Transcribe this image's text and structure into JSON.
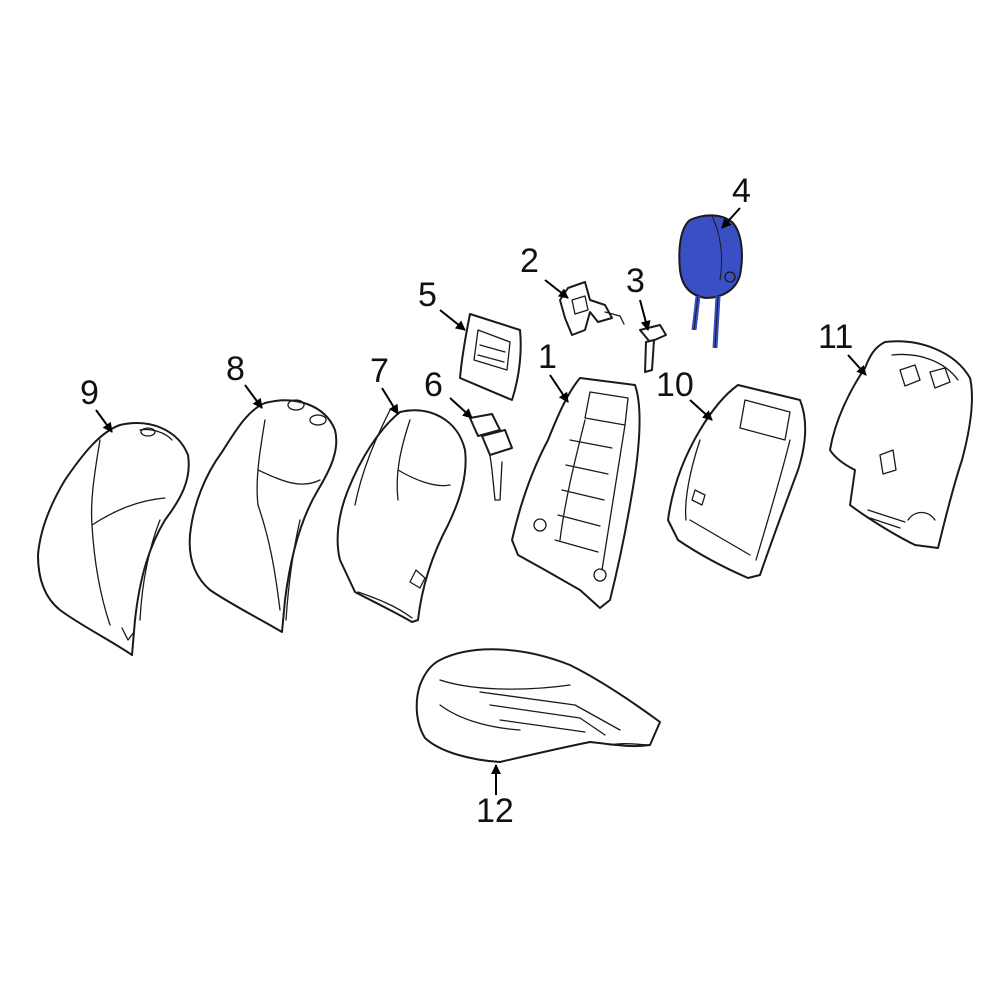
{
  "diagram": {
    "highlight_color": "#3a4fc4",
    "line_color": "#1a1a1a",
    "callouts": [
      {
        "id": "1",
        "label": "1"
      },
      {
        "id": "2",
        "label": "2"
      },
      {
        "id": "3",
        "label": "3"
      },
      {
        "id": "4",
        "label": "4"
      },
      {
        "id": "5",
        "label": "5"
      },
      {
        "id": "6",
        "label": "6"
      },
      {
        "id": "7",
        "label": "7"
      },
      {
        "id": "8",
        "label": "8"
      },
      {
        "id": "9",
        "label": "9"
      },
      {
        "id": "10",
        "label": "10"
      },
      {
        "id": "11",
        "label": "11"
      },
      {
        "id": "12",
        "label": "12"
      }
    ],
    "highlighted_part": "4"
  }
}
